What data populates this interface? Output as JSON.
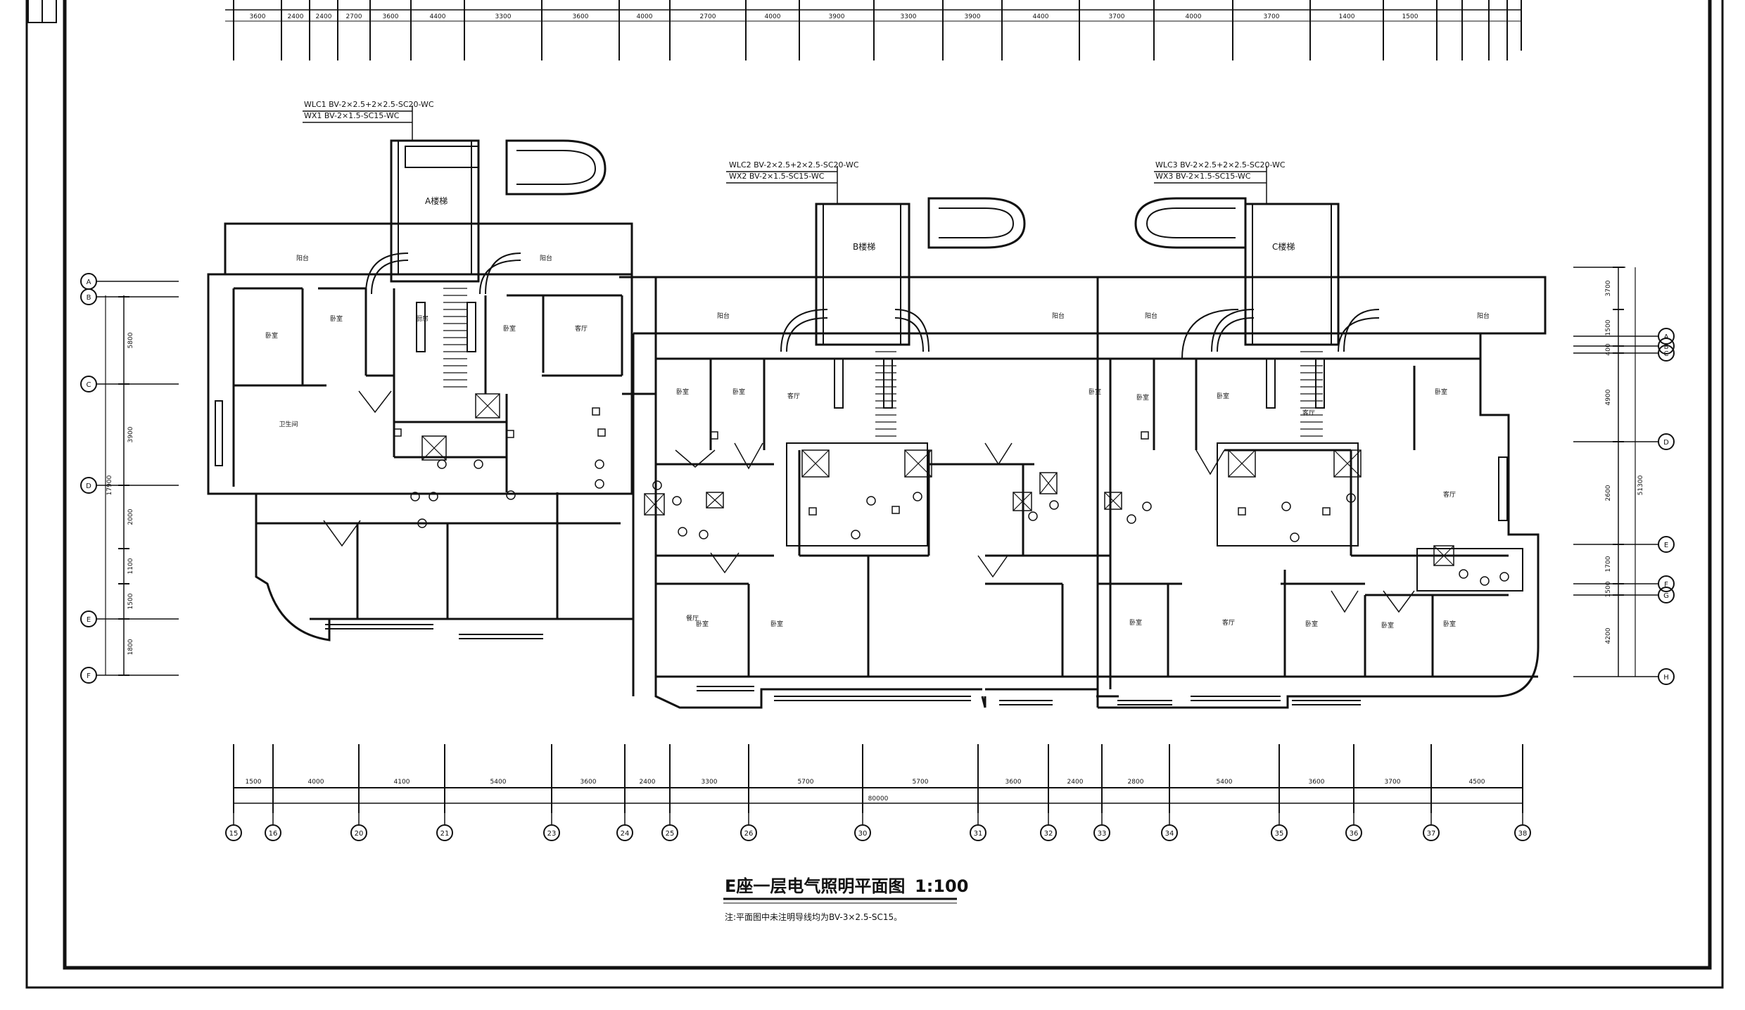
{
  "drawing": {
    "title": "E座一层电气照明平面图",
    "scale": "1:100",
    "note": "注:平面图中未注明导线均为BV-3×2.5-SC15。",
    "colors": {
      "ink": "#111111",
      "paper": "#ffffff"
    }
  },
  "top_dimensions": [
    "3600",
    "2400",
    "2400",
    "2700",
    "3600",
    "4400",
    "3300",
    "3600",
    "4000",
    "2700",
    "4000",
    "3900",
    "3300",
    "3900",
    "4400",
    "3700",
    "4000",
    "3700",
    "1400",
    "1500"
  ],
  "bottom_dimensions": [
    "1500",
    "4000",
    "4100",
    "5400",
    "3600",
    "2400",
    "3300",
    "5700",
    "5700",
    "3600",
    "2400",
    "2800",
    "5400",
    "3600",
    "3700",
    "4500"
  ],
  "bottom_total": "80000",
  "bottom_axes": [
    "15",
    "16",
    "20",
    "21",
    "23",
    "24",
    "25",
    "26",
    "30",
    "31",
    "32",
    "33",
    "34",
    "35",
    "36",
    "37",
    "38"
  ],
  "left_axes": [
    "A",
    "B",
    "C",
    "D",
    "E",
    "F"
  ],
  "right_axes": [
    "A",
    "B",
    "C",
    "D",
    "E",
    "F",
    "G",
    "H"
  ],
  "left_dims": [
    "5800",
    "3900",
    "2000",
    "1100",
    "1500",
    "1800"
  ],
  "right_dims": [
    "3700",
    "1500",
    "400",
    "4900",
    "2600",
    "1700",
    "1500",
    "4200",
    "51300"
  ],
  "left_total": "17900",
  "circuit_labels": [
    "WLC1 BV-2×2.5+2×2.5-SC20-WC",
    "WX1 BV-2×1.5-SC15-WC",
    "WLC2 BV-2×2.5+2×2.5-SC20-WC",
    "WX2 BV-2×1.5-SC15-WC",
    "WLC3 BV-2×2.5+2×2.5-SC20-WC",
    "WX3 BV-2×1.5-SC15-WC"
  ],
  "stair_labels": [
    "A楼梯",
    "B楼梯",
    "C楼梯"
  ],
  "room_labels": [
    "阳台",
    "阳台",
    "卧室",
    "卧室",
    "厨房",
    "卧室",
    "客厅",
    "卫生间",
    "阳台",
    "阳台",
    "卧室",
    "卧室",
    "客厅",
    "餐厅",
    "卧室",
    "卧室",
    "卧室",
    "卧室",
    "客厅",
    "卧室",
    "阳台",
    "阳台",
    "卧室",
    "卧室",
    "客厅",
    "卧室",
    "卧室",
    "卧室",
    "客厅"
  ]
}
